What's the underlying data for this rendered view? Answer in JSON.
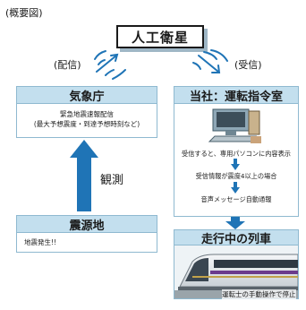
{
  "outline_label": "(概要図)",
  "satellite": {
    "label": "人工衛星"
  },
  "distribute_label": "(配信)",
  "receive_label": "(受信)",
  "jma": {
    "title": "気象庁",
    "line1": "緊急地震速報配信",
    "line2": "(最大予想震度・到達予想時刻など)"
  },
  "observe_label": "観測",
  "epicenter": {
    "title": "震源地",
    "body": "地震発生!!"
  },
  "company": {
    "title": "当社：運転指令室",
    "step1": "受信すると、専用パソコンに内容表示",
    "step2": "受信情報が震度4以上の場合",
    "step3": "音声メッセージ自動通報"
  },
  "train": {
    "title": "走行中の列車",
    "caption": "運転士の手動操作で停止"
  },
  "colors": {
    "panel_header": "#c3dfee",
    "panel_border": "#8fb9d0",
    "arrow_blue": "#1f74b6"
  }
}
